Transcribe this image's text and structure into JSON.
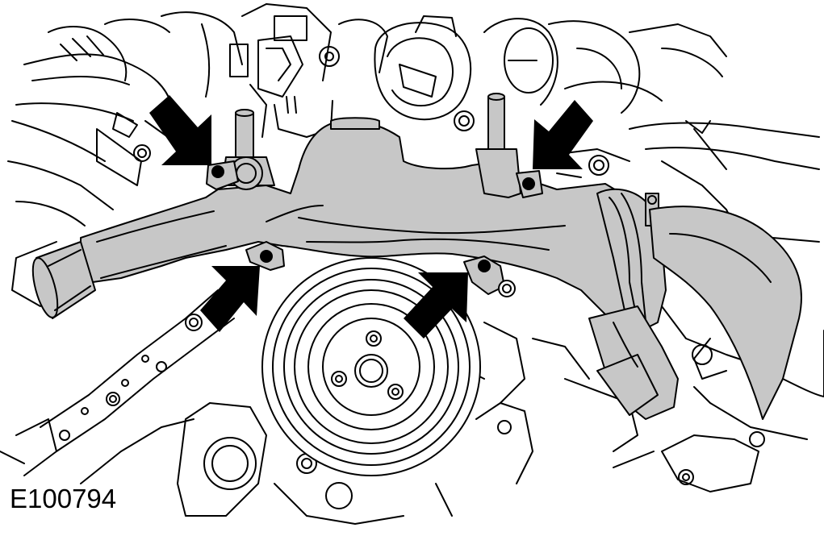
{
  "figure": {
    "reference_id": "E100794",
    "colors": {
      "line": "#000000",
      "housing_fill": "#c7c7c7",
      "background": "#ffffff",
      "arrow_fill": "#000000"
    },
    "callouts": [
      {
        "name": "upper-left-bolt-arrow",
        "icon": "arrow-down-right"
      },
      {
        "name": "upper-right-bolt-arrow",
        "icon": "arrow-down-left"
      },
      {
        "name": "lower-left-bolt-arrow",
        "icon": "arrow-up-right"
      },
      {
        "name": "lower-center-bolt-arrow",
        "icon": "arrow-up-right"
      }
    ]
  }
}
